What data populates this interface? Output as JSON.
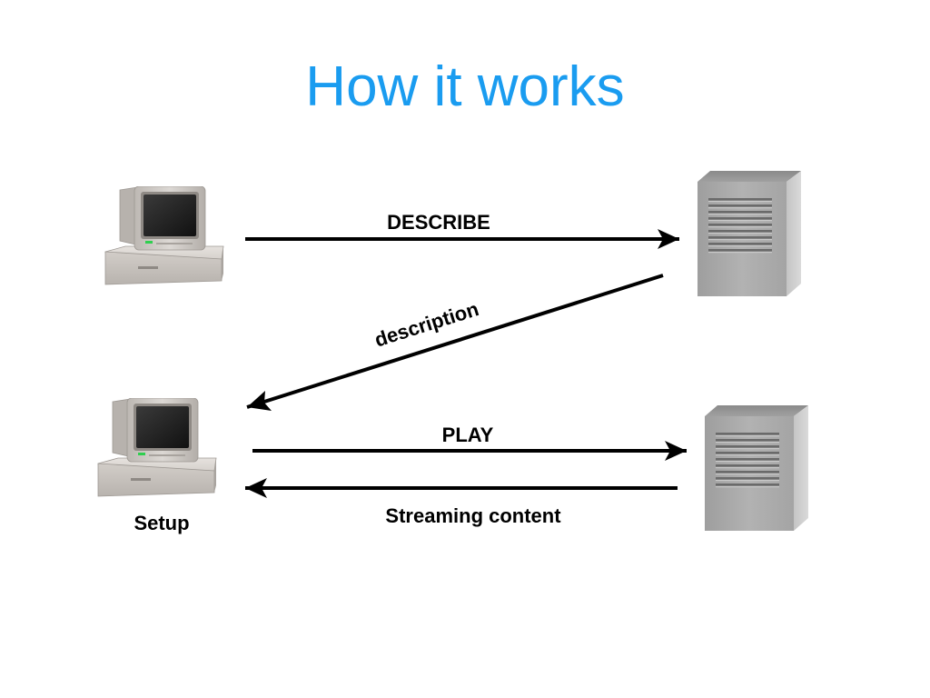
{
  "slide": {
    "title": "How it works"
  },
  "diagram": {
    "nodes": [
      {
        "id": "client-top",
        "kind": "computer",
        "icon": "desktop-computer-icon"
      },
      {
        "id": "server-top",
        "kind": "server",
        "icon": "server-tower-icon"
      },
      {
        "id": "client-bottom",
        "kind": "computer",
        "icon": "desktop-computer-icon",
        "label": "Setup"
      },
      {
        "id": "server-bottom",
        "kind": "server",
        "icon": "server-tower-icon"
      }
    ],
    "edges": [
      {
        "from": "client-top",
        "to": "server-top",
        "label": "DESCRIBE"
      },
      {
        "from": "server-top",
        "to": "client-bottom",
        "label": "description"
      },
      {
        "from": "client-bottom",
        "to": "server-bottom",
        "label": "PLAY"
      },
      {
        "from": "server-bottom",
        "to": "client-bottom",
        "label": "Streaming content"
      }
    ]
  },
  "colors": {
    "title": "#1a9cf0",
    "arrow": "#000000",
    "monitor_body": "#cdc8c3",
    "screen": "#1c1c1c",
    "server_front": "#a8a8a8",
    "server_side": "#c8c8c8"
  }
}
